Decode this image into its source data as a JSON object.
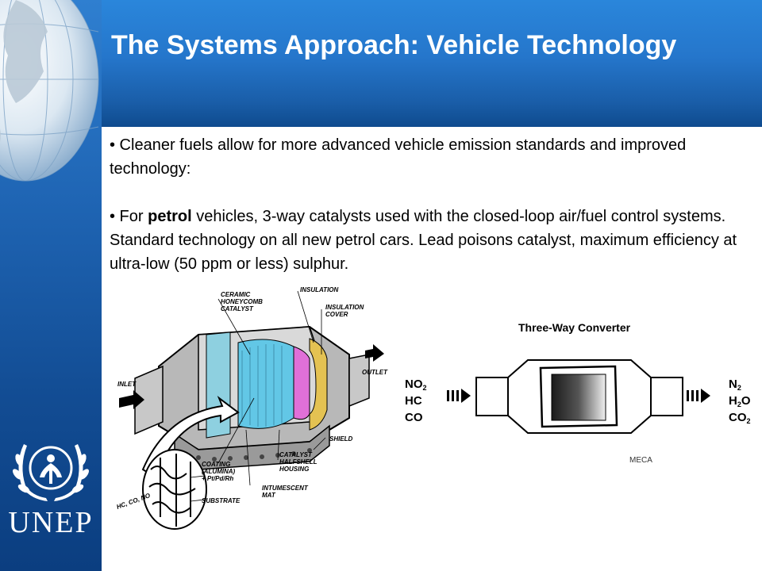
{
  "slide": {
    "title": "The Systems Approach: Vehicle Technology",
    "bullets": [
      {
        "pre": "• Cleaner fuels allow for more advanced vehicle emission standards and improved technology:",
        "bold": "",
        "post": ""
      },
      {
        "pre": "• For ",
        "bold": "petrol",
        "post": " vehicles, 3-way catalysts used with the closed-loop air/fuel control systems.  Standard technology on all new petrol cars.  Lead poisons catalyst, maximum efficiency at ultra-low (50 ppm or less) sulphur."
      }
    ],
    "logo_text": "UNEP"
  },
  "diagram_left": {
    "labels": {
      "ceramic": [
        "CERAMIC",
        "HONEYCOMB",
        "CATALYST"
      ],
      "insulation": "INSULATION",
      "insulation_cover": [
        "INSULATION",
        "COVER"
      ],
      "inlet": "INLET",
      "outlet": "OUTLET",
      "shield": "SHIELD",
      "coating": [
        "COATING",
        "(ALUMINA)",
        "+ Pt/Pd/Rh"
      ],
      "catalyst_housing": [
        "CATALYST",
        "HALFSHELL",
        "HOUSING"
      ],
      "substrate": "SUBSTRATE",
      "intumescent": [
        "INTUMESCENT",
        "MAT"
      ],
      "gases": "HC, CO, NO"
    }
  },
  "diagram_right": {
    "title": "Three-Way Converter",
    "inputs": [
      "NO",
      "HC",
      "CO"
    ],
    "outputs": [
      "N",
      "H",
      "O",
      "CO"
    ],
    "subscript": "2",
    "credit": "MECA"
  },
  "colors": {
    "header_blue": "#2576cb",
    "sidebar_blue": "#1f65b4",
    "honeycomb": "#62c7e6",
    "pink_layer": "#e070d8",
    "mat_yellow": "#e4c252"
  }
}
